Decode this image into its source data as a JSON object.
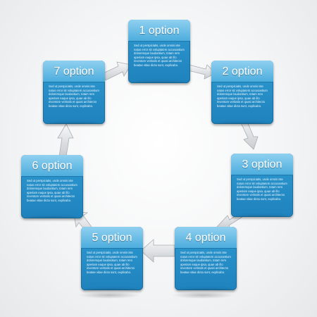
{
  "options": [
    {
      "id": 1,
      "title": "1 option",
      "text": "Sed ut perspiciatis, unde omnis iste natus error sit voluptatem accusantium doloremque laudantium, totam rem aperiam eaque ipsa, quae ab illo inventore veritatis et quasi architecto beatae vitae dicta sunt, explicabo."
    },
    {
      "id": 2,
      "title": "2 option",
      "text": "Sed ut perspiciatis, unde omnis iste natus error sit voluptatem accusantium doloremque laudantium, totam rem aperiam eaque ipsa, quae ab illo inventore veritatis et quasi architecto beatae vitae dicta sunt, explicabo."
    },
    {
      "id": 3,
      "title": "3 option",
      "text": "Sed ut perspiciatis, unde omnis iste natus error sit voluptatem accusantium doloremque laudantium, totam rem aperiam eaque ipsa, quae ab illo inventore veritatis et quasi architecto beatae vitae dicta sunt, explicabo."
    },
    {
      "id": 4,
      "title": "4 option",
      "text": "Sed ut perspiciatis, unde omnis iste natus error sit voluptatem accusantium doloremque laudantium, totam rem aperiam eaque ipsa, quae ab illo inventore veritatis et quasi architecto beatae vitae dicta sunt, explicabo."
    },
    {
      "id": 5,
      "title": "5 option",
      "text": "Sed ut perspiciatis, unde omnis iste natus error sit voluptatem accusantium doloremque laudantium, totam rem aperiam eaque ipsa, quae ab illo inventore veritatis et quasi architecto beatae vitae dicta sunt, explicabo."
    },
    {
      "id": 6,
      "title": "6 option",
      "text": "Sed ut perspiciatis, unde omnis iste natus error sit voluptatem accusantium doloremque laudantium, totam rem aperiam eaque ipsa, quae ab illo inventore veritatis et quasi architecto beatae vitae dicta sunt, explicabo."
    },
    {
      "id": 7,
      "title": "7 option",
      "text": "Sed ut perspiciatis, unde omnis iste natus error sit voluptatem accusantium doloremque laudantium, totam rem aperiam eaque ipsa, quae ab illo inventore veritatis et quasi architecto beatae vitae dicta sunt, explicabo."
    }
  ],
  "flow": [
    [
      1,
      2
    ],
    [
      2,
      3
    ],
    [
      3,
      4
    ],
    [
      4,
      5
    ],
    [
      5,
      6
    ],
    [
      6,
      7
    ],
    [
      7,
      1
    ]
  ],
  "colors": {
    "box_top": "#8fd0f0",
    "box_body": "#2f9ad1",
    "box_border": "#1a6f9f",
    "arrow": "#d9dcdf",
    "arrow_edge": "#a9aeb3",
    "background": "#f4f5f6"
  }
}
